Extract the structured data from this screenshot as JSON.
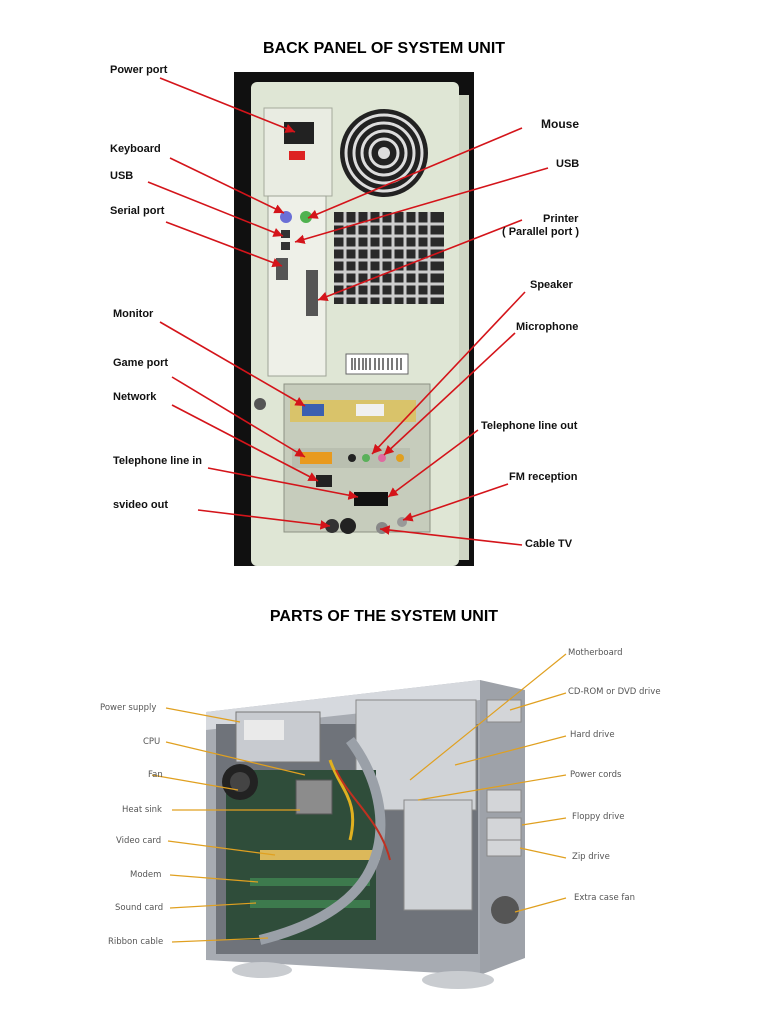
{
  "colors": {
    "arrow": "#d4141a",
    "leader": "#e0a020",
    "tower_back": "#dfe6d5",
    "case_body": "#b9bdc4"
  },
  "section_back_panel": {
    "title": "BACK PANEL OF SYSTEM UNIT",
    "labels": {
      "power_port": "Power port",
      "keyboard": "Keyboard",
      "usb_left": "USB",
      "serial_port": "Serial port",
      "monitor": "Monitor",
      "game_port": "Game port",
      "network": "Network",
      "telephone_line_in": "Telephone line in",
      "svideo_out": "svideo out",
      "mouse": "Mouse",
      "usb_right": "USB",
      "printer_line1": "Printer",
      "printer_line2": "( Parallel port )",
      "speaker": "Speaker",
      "microphone": "Microphone",
      "telephone_line_out": "Telephone line out",
      "fm_reception": "FM reception",
      "cable_tv": "Cable TV"
    }
  },
  "section_parts": {
    "title": "PARTS OF THE SYSTEM UNIT",
    "labels": {
      "power_supply": "Power supply",
      "cpu": "CPU",
      "fan": "Fan",
      "heat_sink": "Heat sink",
      "video_card": "Video card",
      "modem": "Modem",
      "sound_card": "Sound card",
      "ribbon_cable": "Ribbon cable",
      "motherboard": "Motherboard",
      "cd_rom": "CD-ROM or DVD drive",
      "hard_drive": "Hard drive",
      "power_cords": "Power cords",
      "floppy_drive": "Floppy drive",
      "zip_drive": "Zip drive",
      "extra_case_fan": "Extra case fan"
    }
  }
}
